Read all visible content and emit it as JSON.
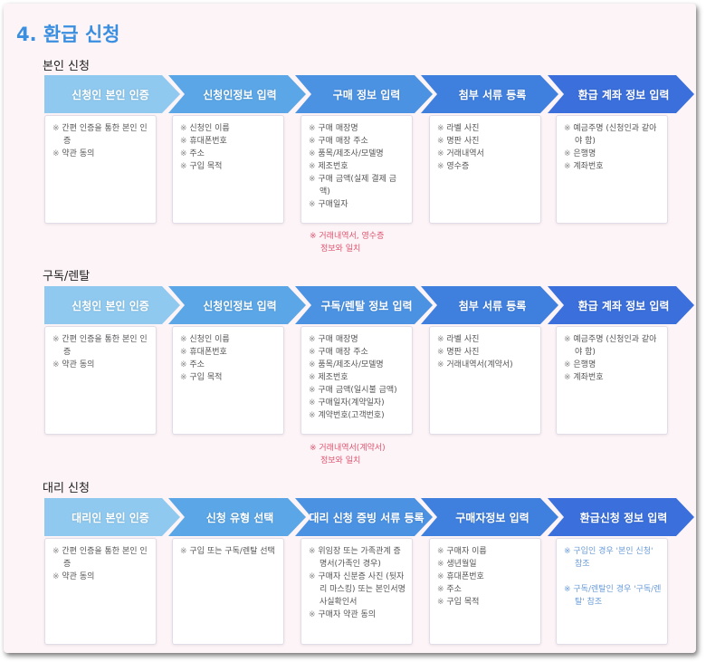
{
  "title": "4. 환급 신청",
  "sections": [
    {
      "name": "본인 신청",
      "steps": [
        "신청인 본인 인증",
        "신청인정보 입력",
        "구매 정보 입력",
        "첨부 서류 등록",
        "환급 계좌 정보 입력"
      ],
      "boxes": [
        [
          "간편 인증을 통한 본인 인증",
          "약관 동의"
        ],
        [
          "신청인 이름",
          "휴대폰번호",
          "주소",
          "구입 목적"
        ],
        [
          "구매 매장명",
          "구매 매장 주소",
          "품목/제조사/모델명",
          "제조번호",
          "구매 금액(실제 결제 금액)",
          "구매일자"
        ],
        [
          "라벨 사진",
          "명판 사진",
          "거래내역서",
          "영수증"
        ],
        [
          "예금주명 (신청인과 같아야 함)",
          "은행명",
          "계좌번호"
        ]
      ],
      "note": [
        "※ 거래내역서, 영수증",
        "정보와 일치"
      ]
    },
    {
      "name": "구독/렌탈",
      "steps": [
        "신청인 본인 인증",
        "신청인정보 입력",
        "구독/렌탈 정보 입력",
        "첨부 서류 등록",
        "환급 계좌 정보 입력"
      ],
      "boxes": [
        [
          "간편 인증을 통한 본인 인증",
          "약관 동의"
        ],
        [
          "신청인 이름",
          "휴대폰번호",
          "주소",
          "구입 목적"
        ],
        [
          "구매 매장명",
          "구매 매장 주소",
          "품목/제조사/모델명",
          "제조번호",
          "구매 금액(일시불 금액)",
          "구매일자(계약일자)",
          "계약번호(고객번호)"
        ],
        [
          "라벨 사진",
          "명판 사진",
          "거래내역서(계약서)"
        ],
        [
          "예금주명 (신청인과 같아야 함)",
          "은행명",
          "계좌번호"
        ]
      ],
      "note": [
        "※ 거래내역서(계약서)",
        "정보와 일치"
      ]
    },
    {
      "name": "대리 신청",
      "steps": [
        "대리인 본인 인증",
        "신청 유형 선택",
        "대리 신청 증빙 서류 등록",
        "구매자정보 입력",
        "환급신청 정보 입력"
      ],
      "boxes": [
        [
          "간편 인증을 통한 본인 인증",
          "약관 동의"
        ],
        [
          "구입 또는 구독/렌탈 선택"
        ],
        [
          "위임장 또는 가족관계 증명서(가족인 경우)",
          "구매자 신분증 사진 (뒷자리 마스킹) 또는 본인서명사실확인서",
          "구매자 약관 동의"
        ],
        [
          "구매자 이름",
          "생년월일",
          "휴대폰번호",
          "주소",
          "구입 목적"
        ],
        [
          "구입인 경우 '본인 신청' 참조",
          "구독/렌탈인 경우 '구독/렌탈' 참조"
        ]
      ],
      "note": []
    }
  ]
}
